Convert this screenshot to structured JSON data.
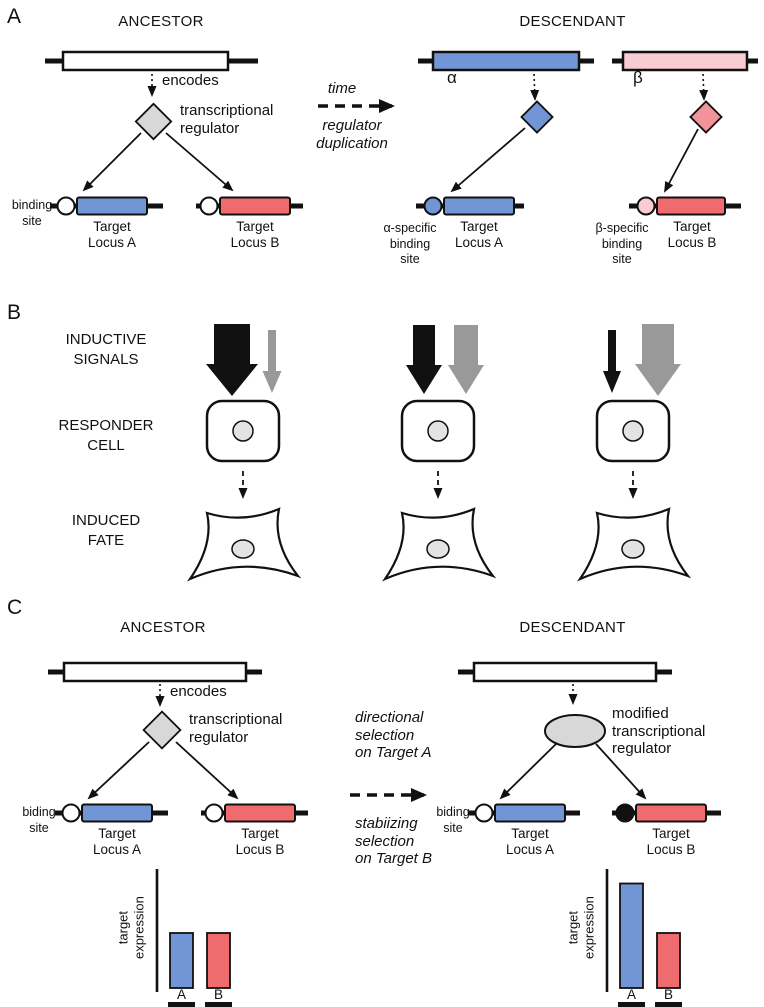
{
  "figure": {
    "panel_a": {
      "label": "A",
      "ancestor": {
        "title": "ANCESTOR",
        "encodes_label": "encodes",
        "regulator_label": "transcriptional\nregulator",
        "binding_site_label": "binding\nsite",
        "target_a_label": "Target\nLocus A",
        "target_b_label": "Target\nLocus B"
      },
      "transition": {
        "time_label": "time",
        "duplication_label": "regulator\nduplication"
      },
      "descendant": {
        "title": "DESCENDANT",
        "alpha_label": "α",
        "beta_label": "β",
        "alpha_site_label": "α-specific\nbinding\nsite",
        "beta_site_label": "β-specific\nbinding\nsite",
        "target_a_label": "Target\nLocus A",
        "target_b_label": "Target\nLocus B"
      }
    },
    "panel_b": {
      "label": "B",
      "row_labels": {
        "signals": "INDUCTIVE\nSIGNALS",
        "responder": "RESPONDER\nCELL",
        "fate": "INDUCED\nFATE"
      }
    },
    "panel_c": {
      "label": "C",
      "ancestor": {
        "title": "ANCESTOR",
        "encodes_label": "encodes",
        "regulator_label": "transcriptional\nregulator",
        "binding_site_label": "biding\nsite",
        "target_a_label": "Target\nLocus A",
        "target_b_label": "Target\nLocus B"
      },
      "transition": {
        "directional_label": "directional\nselection\non Target A",
        "stabilizing_label": "stabiizing\nselection\non Target B"
      },
      "descendant": {
        "title": "DESCENDANT",
        "regulator_label": "modified\ntranscriptional\nregulator",
        "binding_site_label": "biding\nsite",
        "target_a_label": "Target\nLocus A",
        "target_b_label": "Target\nLocus B"
      }
    }
  },
  "colors": {
    "blue": "#7295d6",
    "red": "#ee6b6e",
    "pink_light": "#f8ccd2",
    "pink_mid": "#f2929a",
    "gray_fill": "#d8d8d8",
    "gray_arrow": "#999999",
    "nucleus": "#e3e3e3"
  },
  "chart_data": [
    {
      "type": "bar",
      "title": "ancestor target expression",
      "categories": [
        "A",
        "B"
      ],
      "values": [
        1,
        1
      ],
      "ylabel": "target\nexpression",
      "colors": [
        "#7295d6",
        "#ee6b6e"
      ],
      "ylim": [
        0,
        2.2
      ],
      "grid": false
    },
    {
      "type": "bar",
      "title": "descendant target expression",
      "categories": [
        "A",
        "B"
      ],
      "values": [
        1.9,
        1
      ],
      "ylabel": "target\nexpression",
      "colors": [
        "#7295d6",
        "#ee6b6e"
      ],
      "ylim": [
        0,
        2.2
      ],
      "grid": false
    }
  ]
}
